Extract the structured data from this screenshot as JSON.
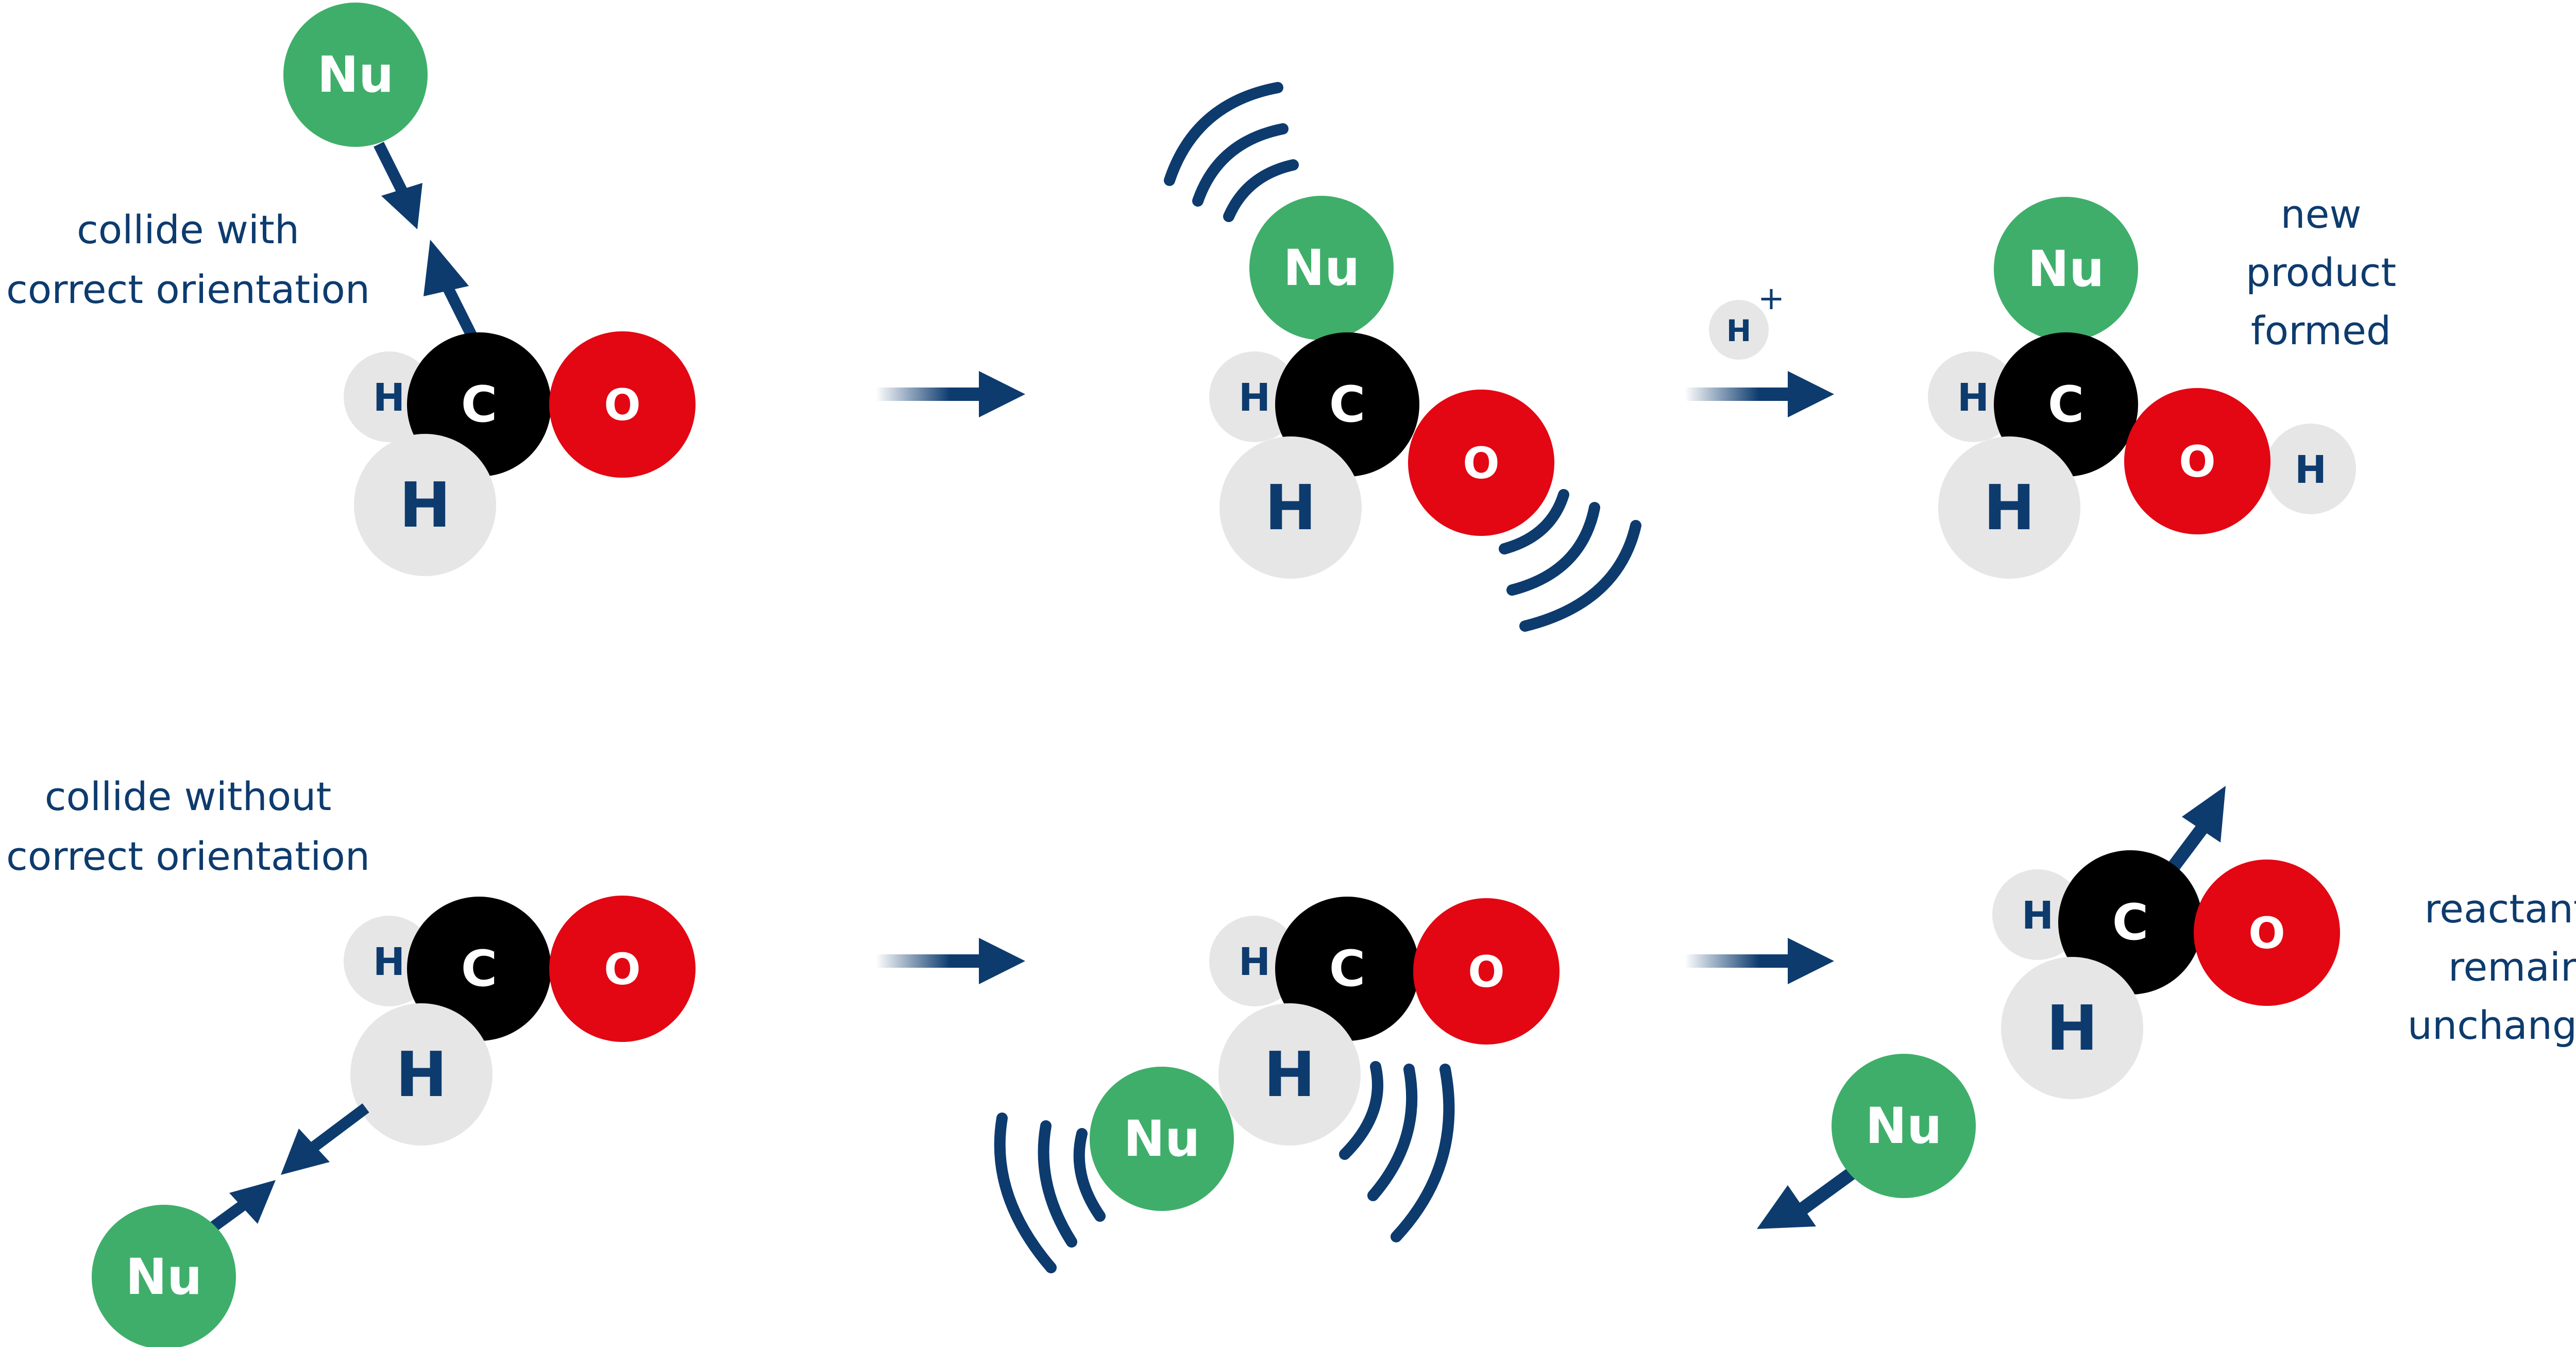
{
  "labels": {
    "collide_correct_1": "collide with",
    "collide_correct_2": "correct orientation",
    "collide_wrong_1": "collide without",
    "collide_wrong_2": "correct orientation",
    "new_product_1": "new",
    "new_product_2": "product",
    "new_product_3": "formed",
    "reactants_1": "reactants",
    "reactants_2": "remain",
    "reactants_3": "unchanged",
    "proton": "H",
    "proton_charge": "+"
  },
  "atoms": {
    "nucleophile": "Nu",
    "carbon": "C",
    "oxygen": "O",
    "hydrogen": "H"
  },
  "colors": {
    "nucleophile": "#3fae6a",
    "carbon": "#000000",
    "oxygen": "#e30613",
    "hydrogen": "#e6e6e6",
    "arrow": "#0d3b6e",
    "text": "#0d3b6e"
  }
}
